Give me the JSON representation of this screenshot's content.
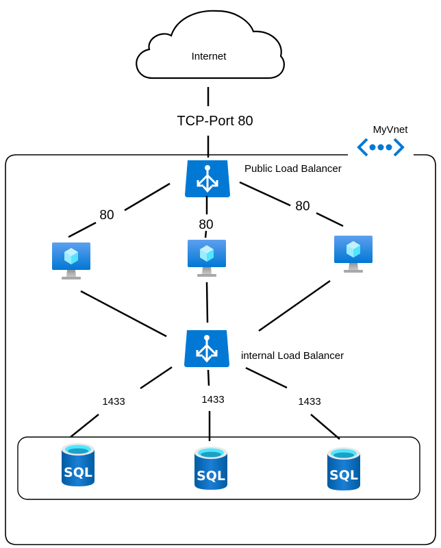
{
  "internet": {
    "label": "Internet",
    "icon": "cloud-icon"
  },
  "uplink": {
    "label": "TCP-Port 80"
  },
  "vnet": {
    "label": "MyVnet",
    "icon": "virtual-network-icon",
    "color": "#0078d4"
  },
  "public_lb": {
    "label": "Public Load Balancer",
    "icon": "load-balancer-icon",
    "color": "#0078d4"
  },
  "internal_lb": {
    "label": "internal Load Balancer",
    "icon": "load-balancer-icon",
    "color": "#0078d4"
  },
  "vms": [
    {
      "icon": "virtual-machine-icon",
      "port_label": "80"
    },
    {
      "icon": "virtual-machine-icon",
      "port_label": "80"
    },
    {
      "icon": "virtual-machine-icon",
      "port_label": "80"
    }
  ],
  "sql_dbs": [
    {
      "icon": "sql-database-icon",
      "text": "SQL",
      "port_label": "1433"
    },
    {
      "icon": "sql-database-icon",
      "text": "SQL",
      "port_label": "1433"
    },
    {
      "icon": "sql-database-icon",
      "text": "SQL",
      "port_label": "1433"
    }
  ],
  "colors": {
    "azure_blue": "#0078d4",
    "vm_light": "#5ea0ef",
    "sql_top": "#50e6ff",
    "line": "#000000"
  }
}
